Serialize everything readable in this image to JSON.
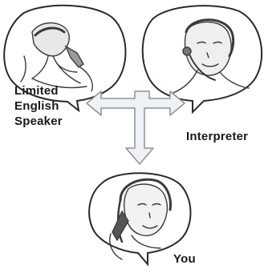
{
  "participants": {
    "limited_english_speaker": {
      "lines": [
        "Limited",
        "English",
        "Speaker"
      ]
    },
    "interpreter": {
      "label": "Interpreter"
    },
    "you": {
      "label": "You"
    }
  },
  "colors": {
    "outline": "#2a2a2a",
    "arrow_fill": "#eef2f4",
    "arrow_stroke": "#8c9396",
    "sketch": "#3a3a3a"
  }
}
